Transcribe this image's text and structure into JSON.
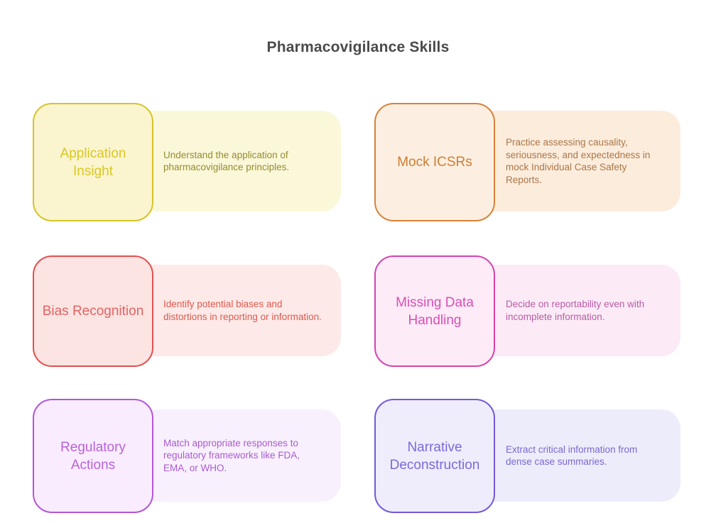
{
  "page": {
    "title": "Pharmacovigilance Skills",
    "title_color": "#4a4a4a",
    "background": "#ffffff"
  },
  "cards": [
    {
      "title": "Application Insight",
      "description": "Understand the application of pharmacovigilance principles.",
      "colors": {
        "border": "#d5c428",
        "square_bg": "#faf4cf",
        "panel_bg": "#fbf8da",
        "title": "#d9c724",
        "description": "#968b2f"
      }
    },
    {
      "title": "Mock ICSRs",
      "description": "Practice assessing causality, seriousness, and expectedness in mock Individual Case Safety Reports.",
      "colors": {
        "border": "#d8823a",
        "square_bg": "#fcefe1",
        "panel_bg": "#fcecdc",
        "title": "#ce7d33",
        "description": "#ab7648"
      }
    },
    {
      "title": "Bias Recognition",
      "description": "Identify potential biases and distortions in reporting or information.",
      "colors": {
        "border": "#e25050",
        "square_bg": "#fbe4e2",
        "panel_bg": "#fdeae8",
        "title": "#e26363",
        "description": "#df584e"
      }
    },
    {
      "title": "Missing Data Handling",
      "description": "Decide on reportability even with incomplete information.",
      "colors": {
        "border": "#d145ae",
        "square_bg": "#fdebf8",
        "panel_bg": "#fcebf7",
        "title": "#d94fb5",
        "description": "#b85ba4"
      }
    },
    {
      "title": "Regulatory Actions",
      "description": "Match appropriate responses to regulatory frameworks like FDA, EMA, or WHO.",
      "colors": {
        "border": "#b256da",
        "square_bg": "#f9ecfe",
        "panel_bg": "#f9f0fe",
        "title": "#b962db",
        "description": "#a95bd0"
      }
    },
    {
      "title": "Narrative Deconstruction",
      "description": "Extract critical information from dense case summaries.",
      "colors": {
        "border": "#7359d9",
        "square_bg": "#efedfc",
        "panel_bg": "#edecfa",
        "title": "#7c69dc",
        "description": "#7b68d4"
      }
    }
  ]
}
